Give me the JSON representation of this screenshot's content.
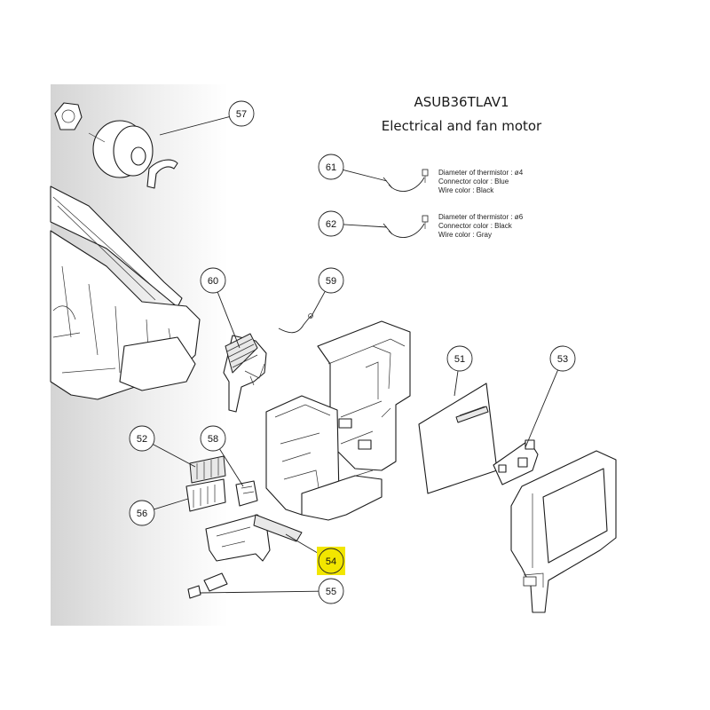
{
  "header": {
    "model": "ASUB36TLAV1",
    "section": "Electrical and fan motor"
  },
  "thermistors": [
    {
      "number": "61",
      "diameter": "Diameter of thermistor : ø4",
      "connector": "Connector color : Blue",
      "wire": "Wire color : Black"
    },
    {
      "number": "62",
      "diameter": "Diameter of thermistor : ø6",
      "connector": "Connector color : Black",
      "wire": "Wire color : Gray"
    }
  ],
  "callouts": [
    {
      "number": "57",
      "highlighted": false
    },
    {
      "number": "61",
      "highlighted": false
    },
    {
      "number": "62",
      "highlighted": false
    },
    {
      "number": "60",
      "highlighted": false
    },
    {
      "number": "59",
      "highlighted": false
    },
    {
      "number": "51",
      "highlighted": false
    },
    {
      "number": "53",
      "highlighted": false
    },
    {
      "number": "52",
      "highlighted": false
    },
    {
      "number": "58",
      "highlighted": false
    },
    {
      "number": "56",
      "highlighted": false
    },
    {
      "number": "54",
      "highlighted": true
    },
    {
      "number": "55",
      "highlighted": false
    }
  ],
  "colors": {
    "highlight": "#f2e600",
    "line": "#222222",
    "background_shade": "#d9d9d9"
  }
}
